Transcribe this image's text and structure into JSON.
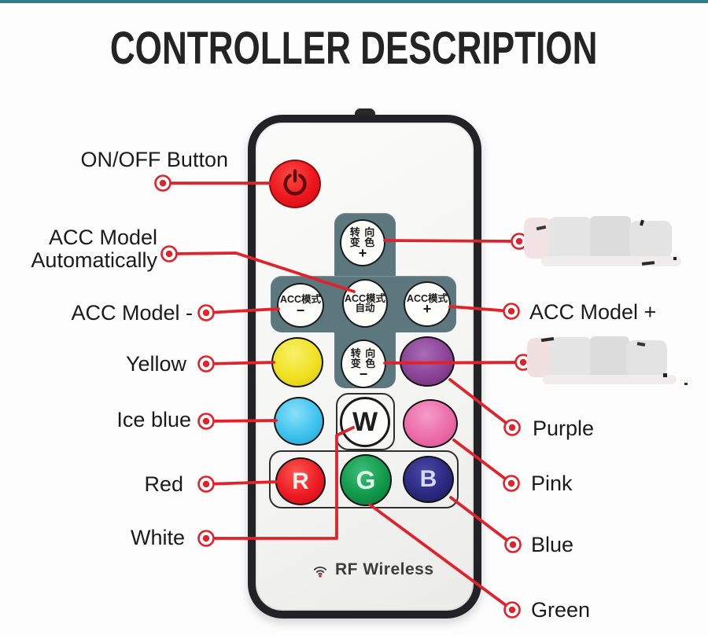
{
  "title": "CONTROLLER DESCRIPTION",
  "remote": {
    "brand": "RF Wireless",
    "buttons": {
      "power": {
        "name": "ON/OFF power button"
      },
      "turn_plus": {
        "line1": "转 向",
        "line2": "变 色",
        "sign": "+"
      },
      "acc_minus": {
        "line1": "ACC模式",
        "sign": "−"
      },
      "acc_auto": {
        "line1": "ACC模式",
        "line2": "自动"
      },
      "acc_plus": {
        "line1": "ACC模式",
        "sign": "+"
      },
      "turn_minus": {
        "line1": "转 向",
        "line2": "变 色",
        "sign": "−"
      },
      "yellow": {
        "color": "#f0e122"
      },
      "purple": {
        "color": "#8b4397"
      },
      "ice_blue": {
        "color": "#3fc3ee"
      },
      "white": {
        "letter": "W",
        "color": "#ffffff"
      },
      "pink": {
        "color": "#ec6ca9"
      },
      "red": {
        "letter": "R",
        "color": "#ee1b22"
      },
      "green": {
        "letter": "G",
        "color": "#12994b"
      },
      "blue": {
        "letter": "B",
        "color": "#2b2a80"
      }
    }
  },
  "labels": {
    "left": {
      "on_off": "ON/OFF Button",
      "acc_auto_line1": "ACC Model",
      "acc_auto_line2": "Automatically",
      "acc_minus": "ACC Model -",
      "yellow": "Yellow",
      "ice_blue": "Ice blue",
      "red": "Red",
      "white": "White"
    },
    "right": {
      "acc_plus": "ACC Model +",
      "purple": "Purple",
      "pink": "Pink",
      "blue": "Blue",
      "green": "Green"
    }
  },
  "colors": {
    "pointer_red": "#e0222a",
    "cross_pad": "#5c787e",
    "top_strip": "#2f7e8e",
    "remote_border": "#232327"
  }
}
